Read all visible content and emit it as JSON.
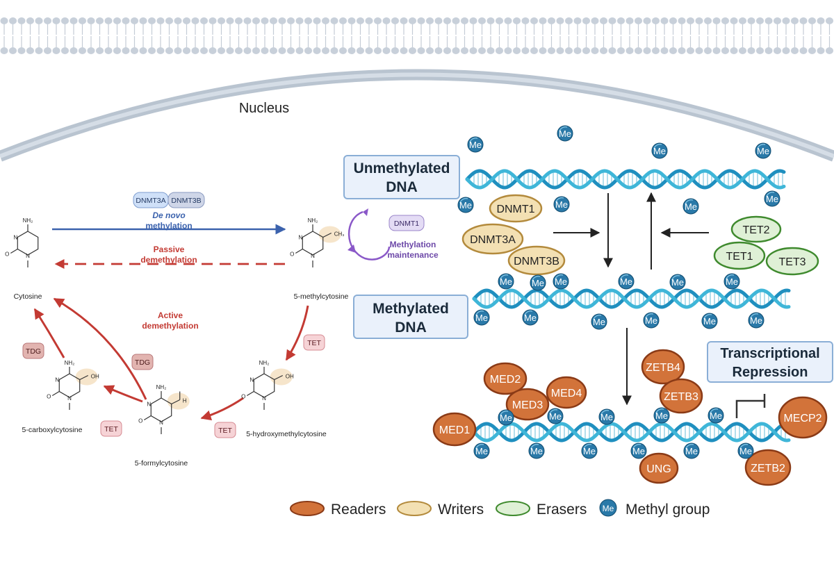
{
  "nucleus_label": "Nucleus",
  "state_boxes": {
    "unmethylated": [
      "Unmethylated",
      "DNA"
    ],
    "methylated": [
      "Methylated",
      "DNA"
    ],
    "repression": [
      "Transcriptional",
      "Repression"
    ]
  },
  "methyl_label": "Me",
  "cycle": {
    "enzymes_denovo": [
      "DNMT3A",
      "DNMT3B"
    ],
    "denovo_label": [
      "De novo",
      "methylation"
    ],
    "passive_label": [
      "Passive",
      "demethylation"
    ],
    "active_label": [
      "Active",
      "demethylation"
    ],
    "maintenance_enzyme": "DNMT1",
    "maintenance_label": [
      "Methylation",
      "maintenance"
    ],
    "tet_label": "TET",
    "tdg_label": "TDG",
    "molecules": {
      "cytosine": "Cytosine",
      "methylcytosine": "5-methylcytosine",
      "hydroxymethylcytosine": "5-hydroxymethylcytosine",
      "formylcytosine": "5-formylcytosine",
      "carboxylcytosine": "5-carboxylcytosine"
    },
    "groups": {
      "nh2": "NH₂",
      "ch3": "CH₃",
      "oh": "OH",
      "cooh": "OH",
      "n": "N",
      "o": "O",
      "h": "H"
    }
  },
  "writers": [
    "DNMT1",
    "DNMT3A",
    "DNMT3B"
  ],
  "erasers": [
    "TET2",
    "TET1",
    "TET3"
  ],
  "readers": [
    "MED2",
    "MED3",
    "MED4",
    "MED1",
    "ZETB4",
    "ZETB3",
    "UNG",
    "MECP2",
    "ZETB2"
  ],
  "legend": {
    "readers": "Readers",
    "writers": "Writers",
    "erasers": "Erasers",
    "methyl": "Methyl group"
  },
  "colors": {
    "reader_fill": "#d2733a",
    "reader_stroke": "#8a3a16",
    "writer_fill": "#f3e0b3",
    "writer_stroke": "#b38a3c",
    "eraser_fill": "#dff0d6",
    "eraser_stroke": "#3f8a2e",
    "methyl_fill": "#2a79a8",
    "dna_a": "#3fb6d8",
    "dna_b": "#1f8fbf",
    "box_fill": "#eaf1fb",
    "box_stroke": "#8aaed6",
    "denovo_arrow": "#3b62ad",
    "demeth_arrow": "#c33a33",
    "maint_arrow": "#8a58c8"
  }
}
